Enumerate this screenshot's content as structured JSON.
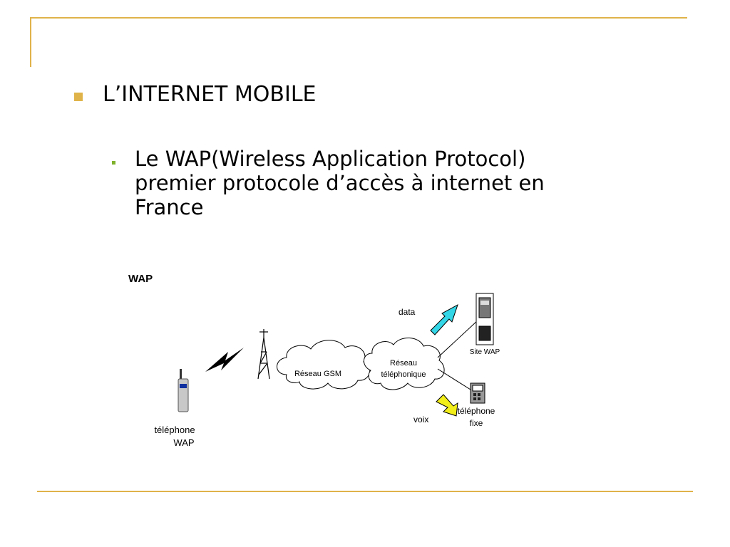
{
  "slide": {
    "heading": "L’INTERNET MOBILE",
    "subpoint_lines": [
      "Le WAP(Wireless Application Protocol)",
      "premier protocole d’accès à internet en",
      "France"
    ]
  },
  "diagram": {
    "title": "WAP",
    "gsm_cloud": "Réseau GSM",
    "phone_cloud_line1": "Réseau",
    "phone_cloud_line2": "téléphonique",
    "data_label": "data",
    "voice_label": "voix",
    "site_label": "Site WAP",
    "fixed_phone_line1": "téléphone",
    "fixed_phone_line2": "fixe",
    "mobile_line1": "téléphone",
    "mobile_line2": "WAP"
  },
  "colors": {
    "accent": "#e0b34a",
    "sub_bullet": "#7fb12c",
    "data_arrow": "#33d6e6",
    "voice_arrow": "#f2ee1a"
  }
}
